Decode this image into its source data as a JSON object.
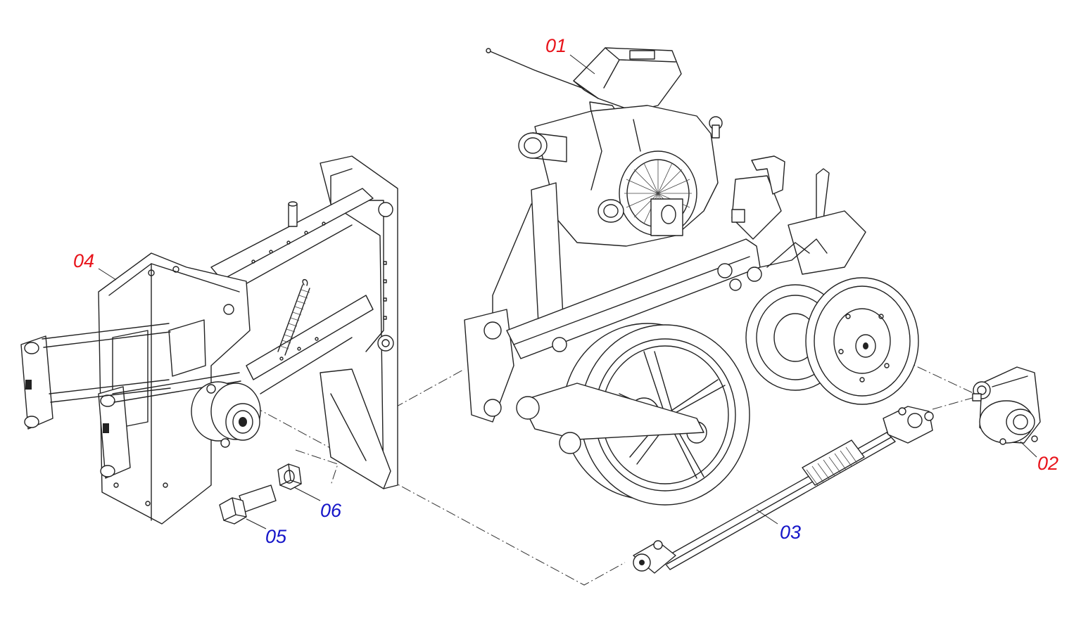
{
  "callouts": {
    "c01": {
      "label": "01",
      "color": "#e8141b"
    },
    "c02": {
      "label": "02",
      "color": "#e8141b"
    },
    "c03": {
      "label": "03",
      "color": "#1515c8"
    },
    "c04": {
      "label": "04",
      "color": "#e8141b"
    },
    "c05": {
      "label": "05",
      "color": "#1515c8"
    },
    "c06": {
      "label": "06",
      "color": "#1515c8"
    }
  },
  "parts": {
    "row_unit": "row-unit-with-hopper-and-wheels",
    "gearbox": "gearbox-housing",
    "drive_shaft": "telescopic-drive-shaft",
    "mounting_bracket": "parallel-linkage-mounting-bracket",
    "bolt": "hex-bolt",
    "nut": "hex-nut"
  }
}
